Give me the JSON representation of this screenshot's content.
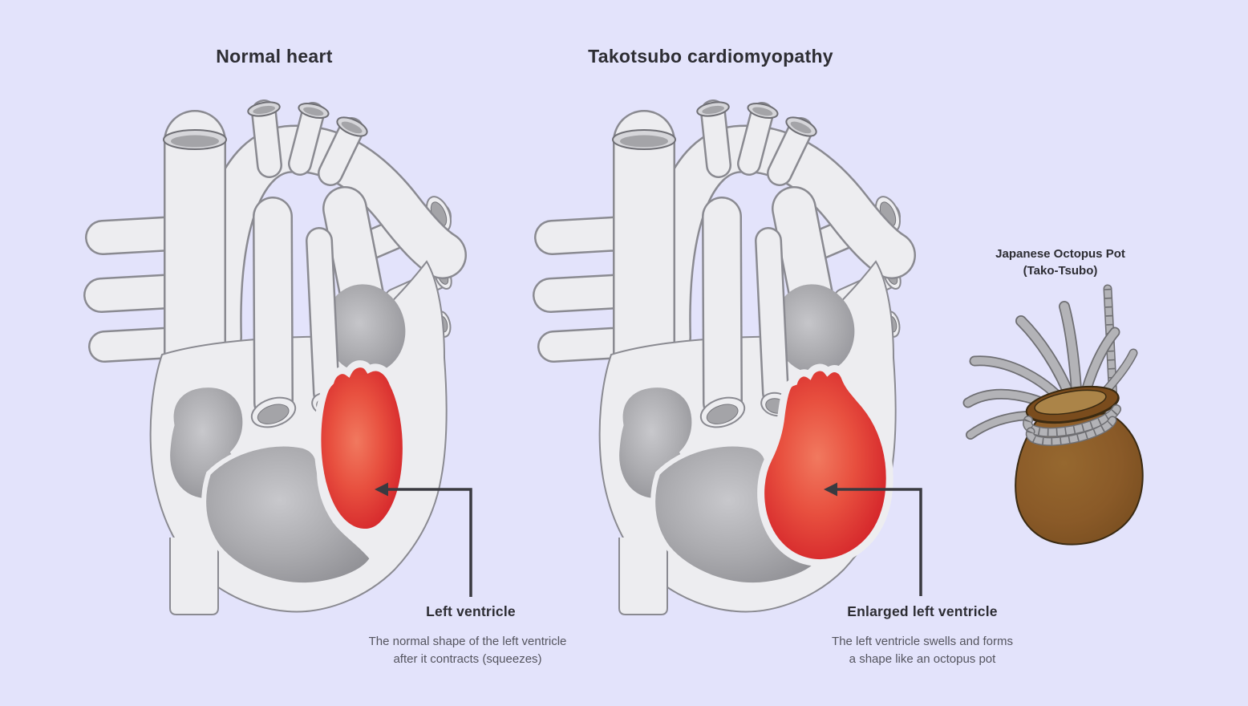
{
  "illustration": {
    "background_color": "#e3e3fb",
    "panels": {
      "normal": {
        "title": "Normal heart",
        "label": "Left ventricle",
        "caption_lines": [
          "The normal shape of the left ventricle",
          "after it contracts (squeezes)"
        ]
      },
      "takotsubo": {
        "title": "Takotsubo cardiomyopathy",
        "label": "Enlarged left ventricle",
        "caption_lines": [
          "The left ventricle swells and forms",
          "a shape like an octopus pot"
        ]
      },
      "pot": {
        "label_lines": [
          "Japanese Octopus Pot",
          "(Tako-Tsubo)"
        ]
      }
    },
    "colors": {
      "ventricle_red": "#d5262b",
      "ventricle_red_highlight": "#f1795f",
      "vessel_fill": "#ededf0",
      "vessel_outline": "#8a8a91",
      "chamber_gray": "#a9a9ad",
      "arrow_dark": "#3a3a40",
      "pot_brown": "#8a5a28",
      "pot_lip_brown": "#7a4c1d",
      "tentacle_gray": "#b3b3b7",
      "title_text": "#2d2d33",
      "caption_text": "#54545e"
    }
  }
}
